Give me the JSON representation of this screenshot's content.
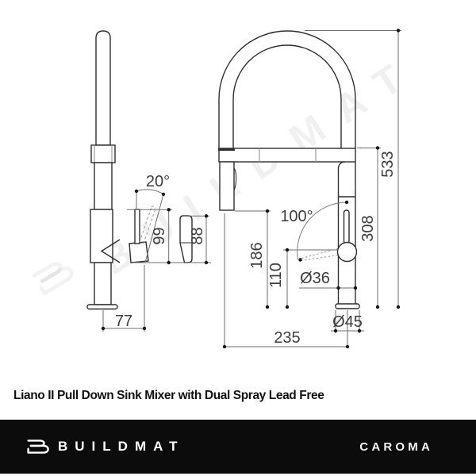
{
  "watermark": {
    "text": "BUILDMAT"
  },
  "dims": {
    "handle_angle": "20°",
    "handle_height": "99",
    "handle_profile": "88",
    "base_offset": "77",
    "lever_swing": "100°",
    "outlet_height": "186",
    "pivot_height": "110",
    "body_diameter": "Ø36",
    "spout_top_height": "308",
    "overall_height": "533",
    "base_diameter": "Ø45",
    "spout_reach": "235"
  },
  "caption": "Liano II Pull Down Sink Mixer with Dual Spray Lead Free",
  "footer": {
    "brand": "BUILDMAT",
    "manufacturer": "CAROMA"
  }
}
